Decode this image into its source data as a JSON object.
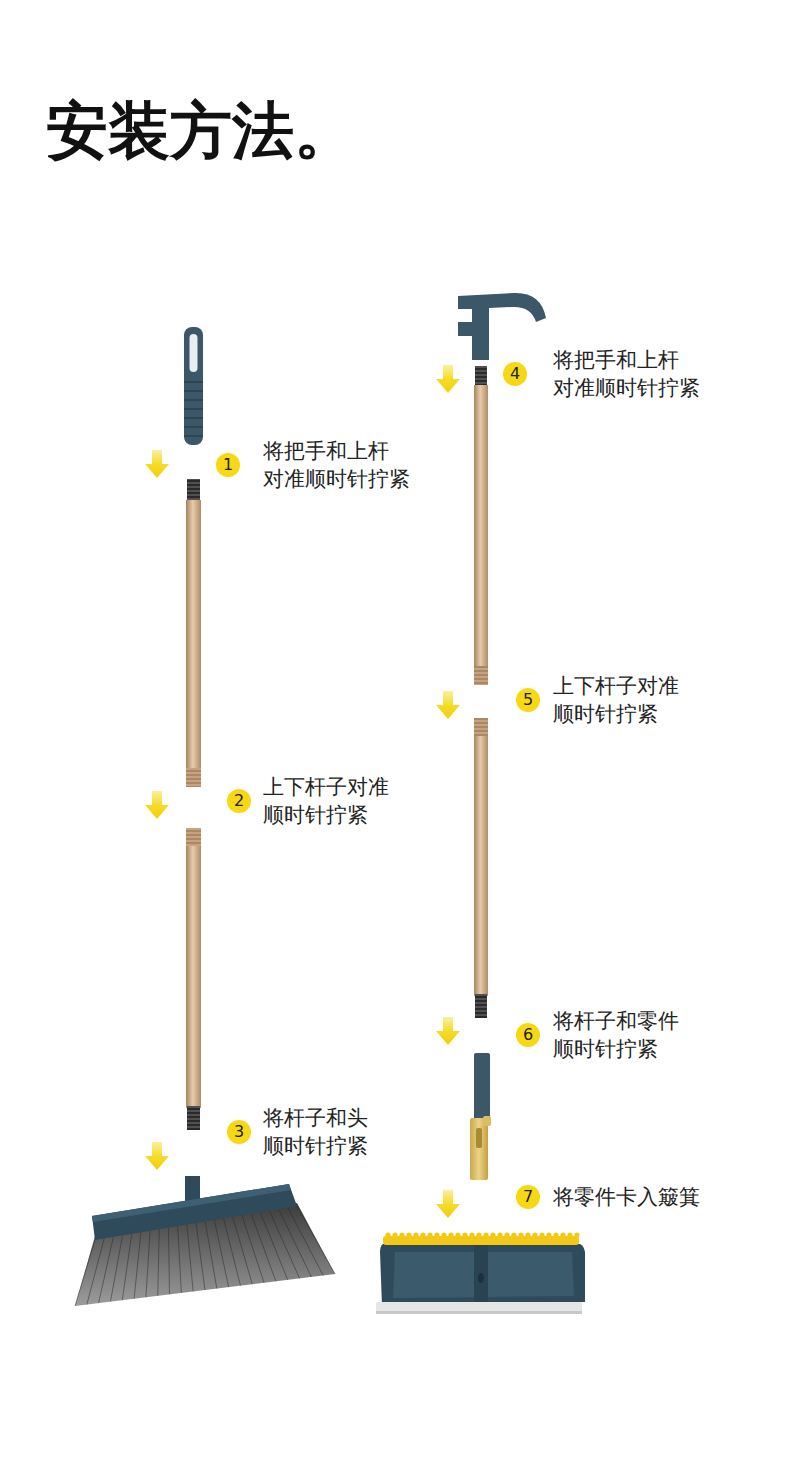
{
  "diagram": {
    "title": "安装方法。",
    "nodes": [
      {
        "text": [
          "1",
          "将把手和上杆 对准顺时针拧紧"
        ]
      },
      {
        "text": [
          "2",
          "上下杆子对准 顺时针拧紧"
        ]
      },
      {
        "text": [
          "3",
          "将杆子和头 顺时针拧紧"
        ]
      },
      {
        "text": [
          "4",
          "将把手和上杆 对准顺时针拧紧"
        ]
      },
      {
        "text": [
          "5",
          "上下杆子对准 顺时针拧紧"
        ]
      },
      {
        "text": [
          "6",
          "将杆子和零件 顺时针拧紧"
        ]
      },
      {
        "text": [
          "7",
          "将零件卡入簸箕"
        ]
      }
    ]
  }
}
